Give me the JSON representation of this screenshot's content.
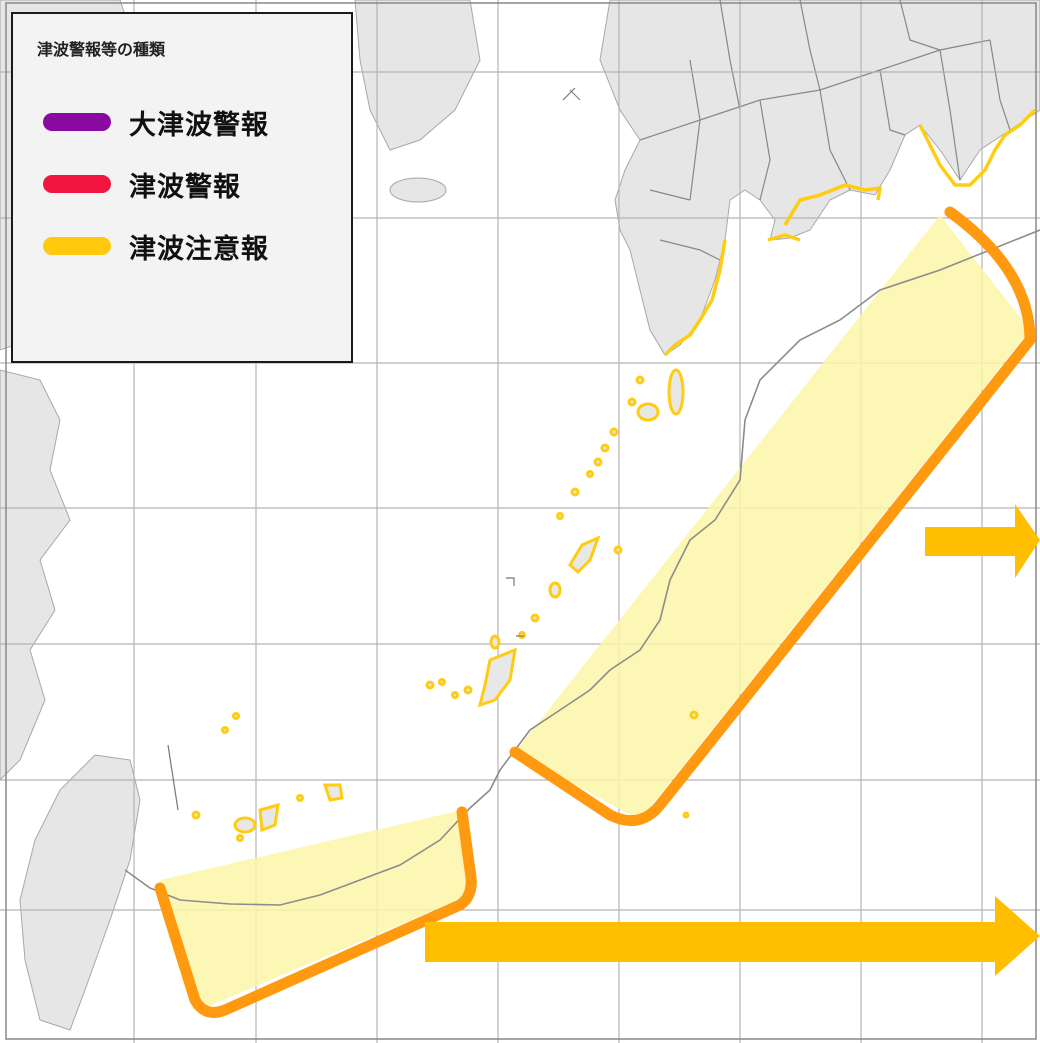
{
  "legend": {
    "title": "津波警報等の種類",
    "items": [
      {
        "label": "大津波警報",
        "color": "#8a0aa0"
      },
      {
        "label": "津波警報",
        "color": "#f21540"
      },
      {
        "label": "津波注意報",
        "color": "#ffc90e"
      }
    ]
  },
  "colors": {
    "land": "#e6e6e6",
    "land_border": "#9a9a9a",
    "advisory_coast": "#ffcc11",
    "alert_zone_fill": "#fdf6a8",
    "alert_zone_outline": "#ff9a10",
    "arrow": "#ffbe00",
    "grid": "#b4b4b4",
    "trench_line": "#8c8c8c"
  }
}
